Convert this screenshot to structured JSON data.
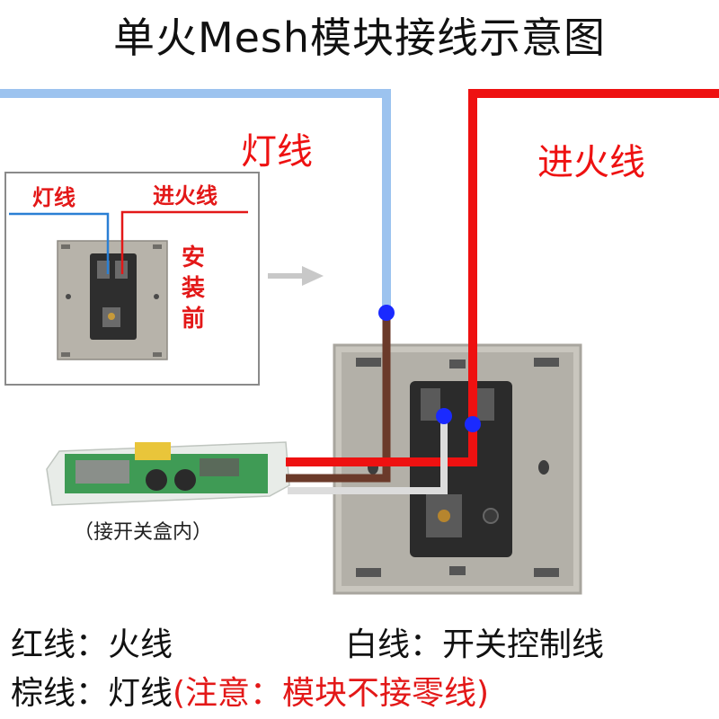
{
  "title": "单火Mesh模块接线示意图",
  "labels": {
    "lamp_wire": "灯线",
    "live_in": "进火线",
    "inset_lamp_wire": "灯线",
    "inset_live_in": "进火线",
    "inset_before_install": [
      "安",
      "装",
      "前"
    ],
    "module_caption": "（接开关盒内）"
  },
  "legend": {
    "line1_left": "红线：火线",
    "line1_right": "白线：开关控制线",
    "line2_left": "棕线：灯线",
    "line2_note": "(注意：模块不接零线)"
  },
  "colors": {
    "red_wire": "#ee1111",
    "blue_wire": "#9cc3ef",
    "brown_wire": "#6b3a2a",
    "white_wire": "#d9d9d9",
    "terminal_dot": "#1a2aff",
    "panel": "#b3b0a8",
    "text_red": "#e31818"
  },
  "icons": {
    "arrow": "right-arrow-icon"
  }
}
